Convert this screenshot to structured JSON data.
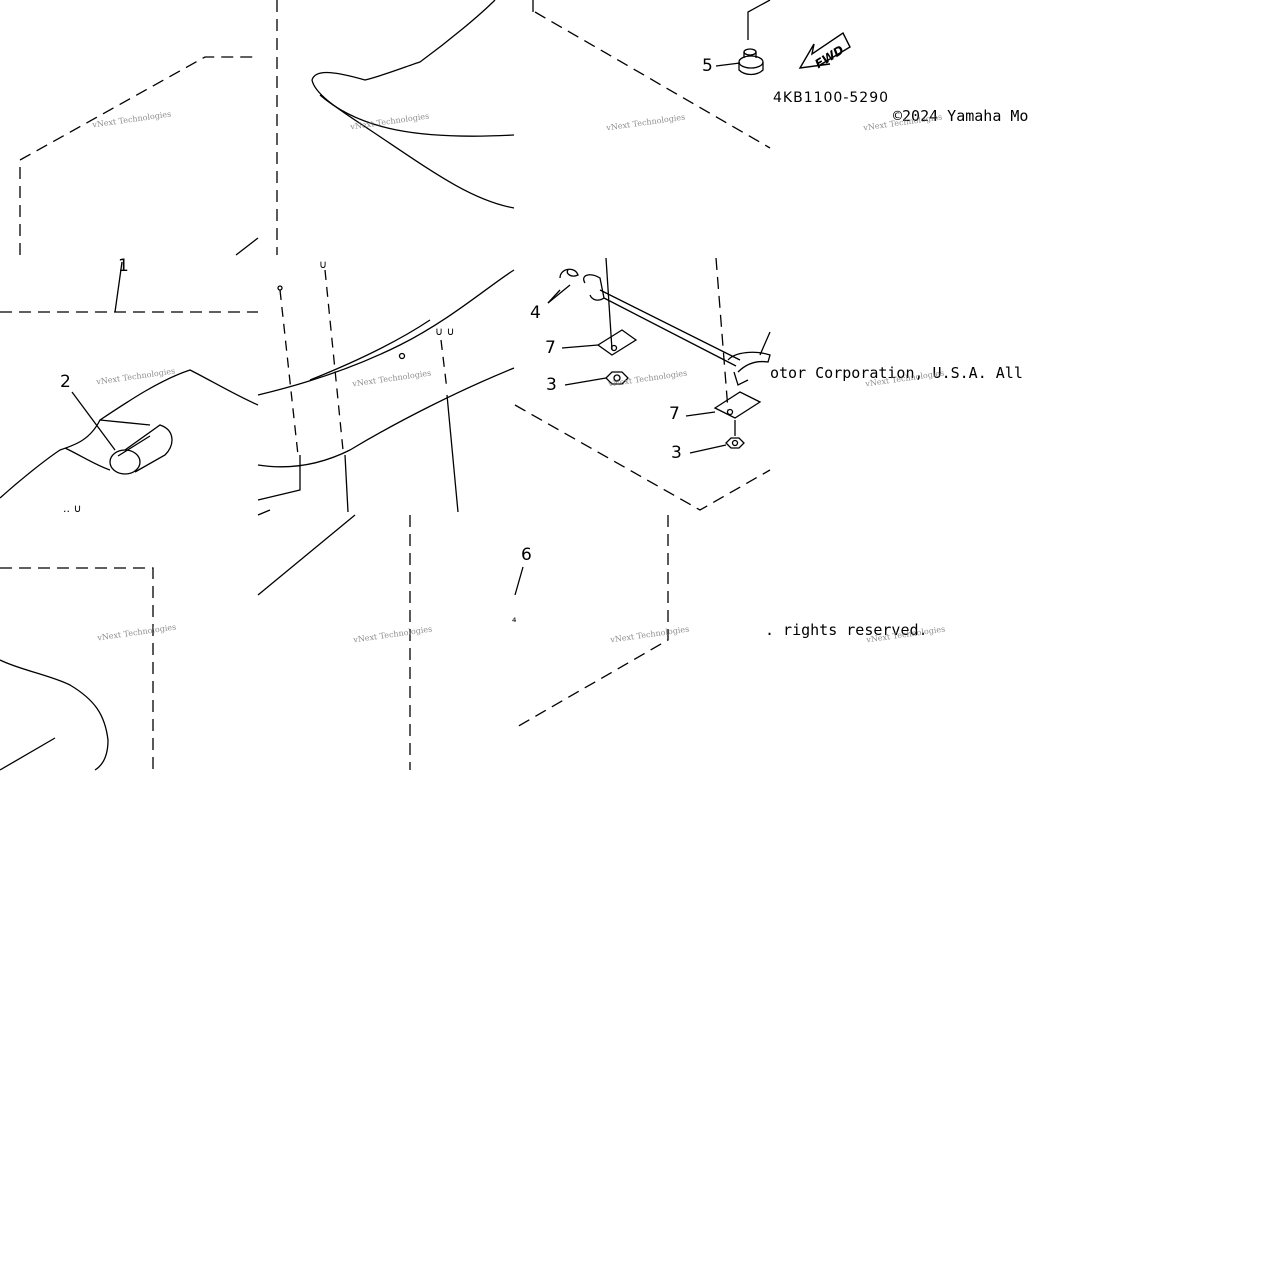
{
  "callouts": {
    "c1": "1",
    "c2": "2",
    "c3a": "3",
    "c3b": "3",
    "c4": "4",
    "c5": "5",
    "c6": "6",
    "c7a": "7",
    "c7b": "7"
  },
  "fwd_label": "FWD",
  "part_code": "4KB1100-5290",
  "copyright": {
    "line1": "©2024 Yamaha Mo",
    "line2": "otor Corporation, U.S.A. All",
    "line3": ". rights reserved."
  },
  "watermark_text": "vNext Technologies",
  "colors": {
    "line": "#000000",
    "background": "#ffffff",
    "watermark": "#7a7a7a"
  }
}
